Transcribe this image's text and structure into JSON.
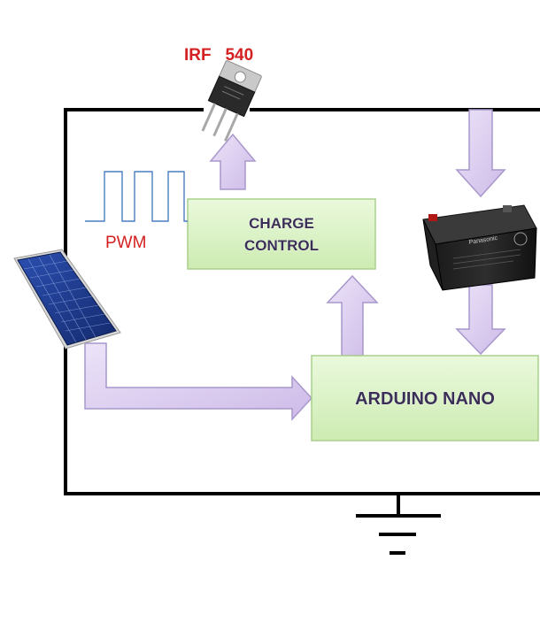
{
  "components": {
    "mosfet_label": "IRF   540",
    "pwm_label": "PWM",
    "charge_control": {
      "line1": "CHARGE",
      "line2": "CONTROL"
    },
    "arduino": "ARDUINO NANO",
    "battery_brand": "Panasonic"
  },
  "colors": {
    "wire": "#000000",
    "arrow_fill": "#d8c8ef",
    "arrow_stroke": "#a897cc",
    "box_fill": "#d9f2c2",
    "box_stroke": "#a9cf8c",
    "label_red": "#d42020",
    "pwm_wave": "#4a7fc1",
    "panel_cell": "#1d3a8a"
  }
}
